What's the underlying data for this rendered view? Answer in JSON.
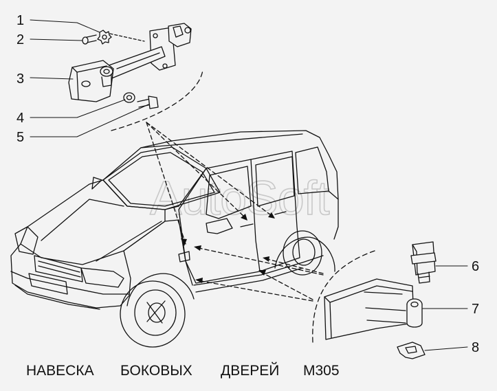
{
  "callouts": [
    {
      "number": "1"
    },
    {
      "number": "2"
    },
    {
      "number": "3"
    },
    {
      "number": "4"
    },
    {
      "number": "5"
    },
    {
      "number": "6"
    },
    {
      "number": "7"
    },
    {
      "number": "8"
    }
  ],
  "watermark": "AutoSoft",
  "caption": {
    "word1": "НАВЕСКА",
    "word2": "БОКОВЫХ",
    "word3": "ДВЕРЕЙ",
    "word4": "М305"
  },
  "colors": {
    "background": "#f3f3f3",
    "line": "#111111",
    "watermark": "#c8c8c8"
  }
}
